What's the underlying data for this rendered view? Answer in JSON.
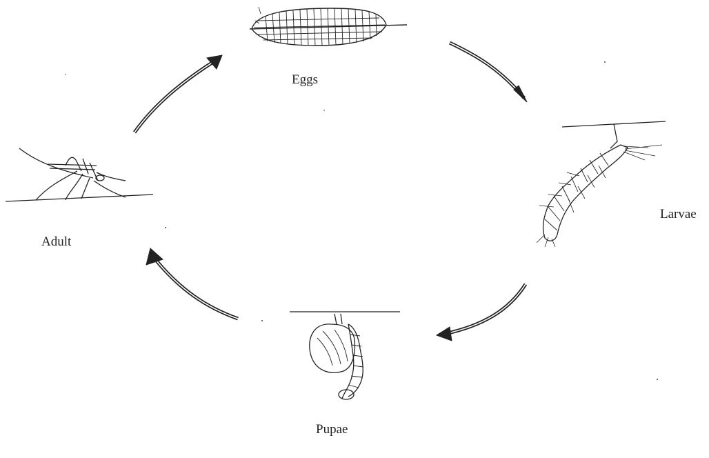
{
  "stages": {
    "eggs": "Eggs",
    "larvae": "Larvae",
    "pupae": "Pupae",
    "adult": "Adult"
  },
  "colors": {
    "ink": "#222222",
    "background": "#ffffff"
  },
  "icons": [
    "egg-raft-icon",
    "larva-icon",
    "pupa-icon",
    "adult-mosquito-icon",
    "cycle-arrow-icon"
  ]
}
